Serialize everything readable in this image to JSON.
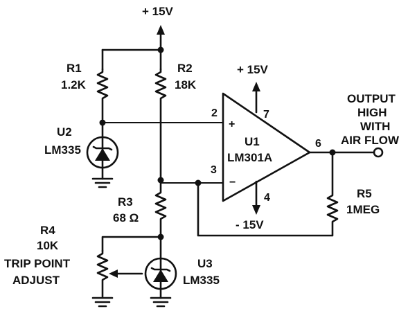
{
  "supplies": {
    "top": "+ 15V",
    "opamp_pos": "+ 15V",
    "opamp_neg": "- 15V"
  },
  "components": {
    "r1": {
      "ref": "R1",
      "value": "1.2K"
    },
    "r2": {
      "ref": "R2",
      "value": "18K"
    },
    "r3": {
      "ref": "R3",
      "value": "68 Ω"
    },
    "r4": {
      "ref": "R4",
      "value": "10K",
      "desc_line1": "TRIP POINT",
      "desc_line2": "ADJUST"
    },
    "r5": {
      "ref": "R5",
      "value": "1MEG"
    },
    "u1": {
      "ref": "U1",
      "part": "LM301A"
    },
    "u2": {
      "ref": "U2",
      "part": "LM335"
    },
    "u3": {
      "ref": "U3",
      "part": "LM335"
    }
  },
  "pins": {
    "p2": "2",
    "p3": "3",
    "p4": "4",
    "p6": "6",
    "p7": "7",
    "plus": "+",
    "minus": "−"
  },
  "output_label": [
    "OUTPUT",
    "HIGH",
    "WITH",
    "AIR FLOW"
  ]
}
